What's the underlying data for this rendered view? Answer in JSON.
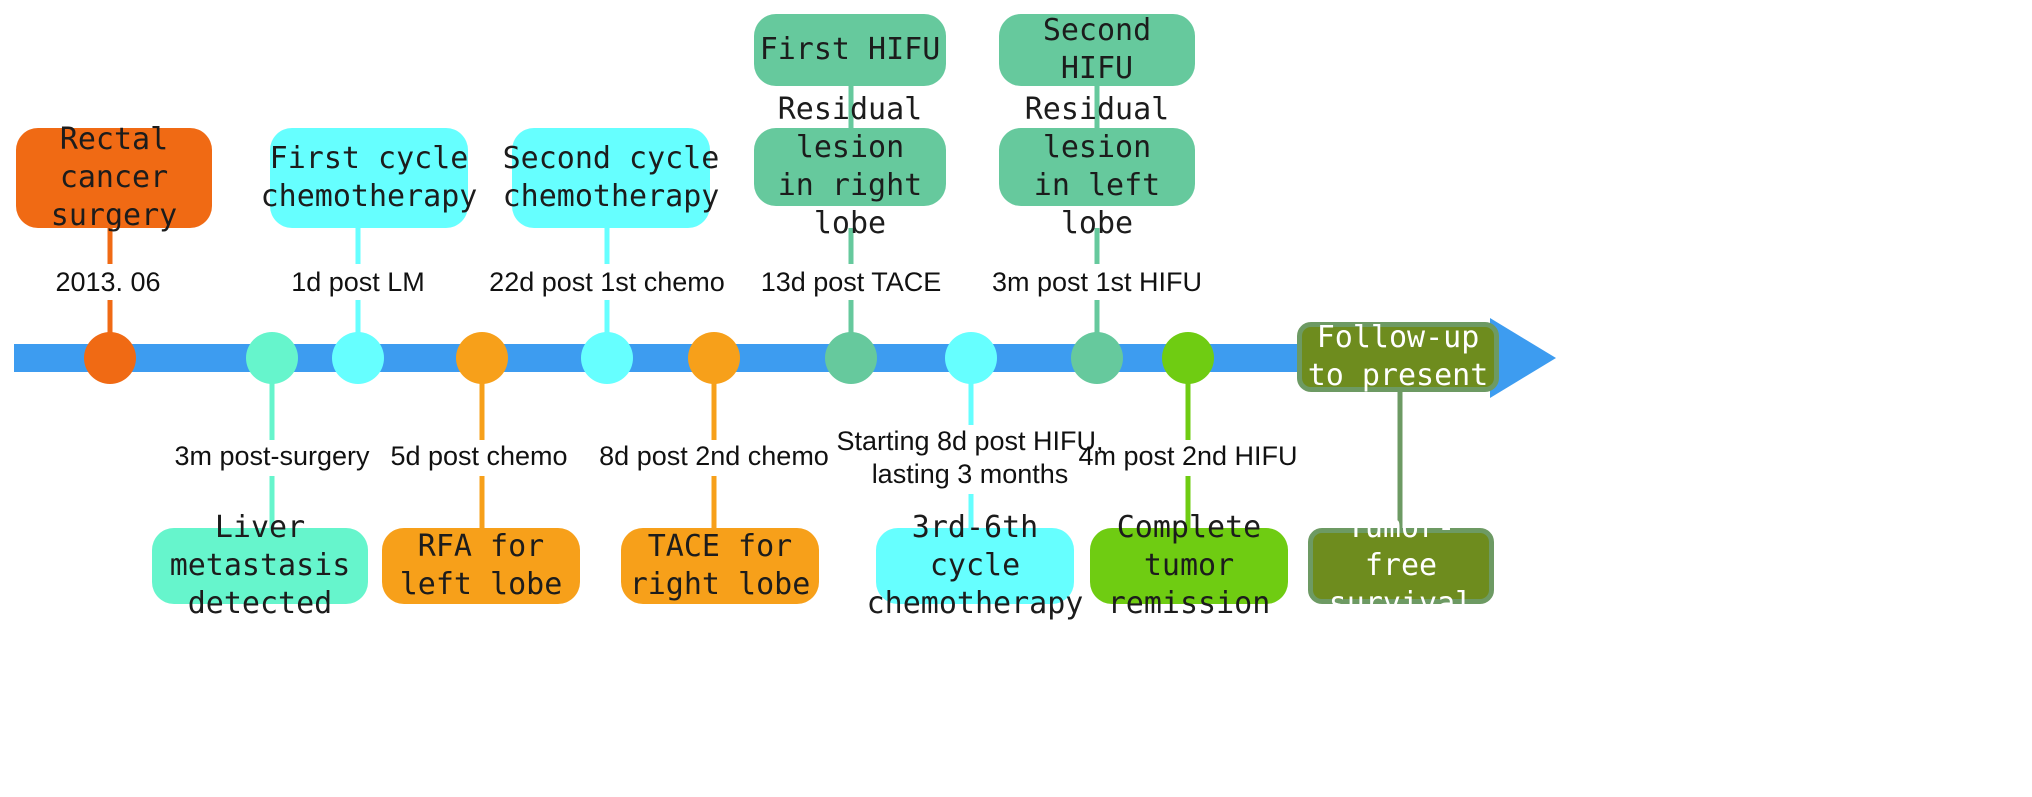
{
  "colors": {
    "timeline": "#3d9cf0",
    "orange_dark": "#f06a14",
    "orange": "#f7a01a",
    "cyan": "#66ffff",
    "mint": "#66f5cc",
    "teal": "#66c99d",
    "lime": "#6fcc12",
    "olive": "#6e8c1e",
    "olive_border": "#6d9a63",
    "olive_line": "#6d9a63"
  },
  "events": [
    {
      "id": "rectal-surgery",
      "box_text": "Rectal cancer\nsurgery",
      "label": "2013. 06",
      "position": "above",
      "color": "orange_dark"
    },
    {
      "id": "liver-metastasis",
      "box_text": "Liver metastasis\ndetected",
      "label": "3m post-surgery",
      "position": "below",
      "color": "mint"
    },
    {
      "id": "first-cycle-chemo",
      "box_text": "First cycle\nchemotherapy",
      "label": "1d post LM",
      "position": "above",
      "color": "cyan"
    },
    {
      "id": "rfa-left-lobe",
      "box_text": "RFA for\nleft lobe",
      "label": "5d post chemo",
      "position": "below",
      "color": "orange"
    },
    {
      "id": "second-cycle-chemo",
      "box_text": "Second cycle\nchemotherapy",
      "label": "22d post 1st chemo",
      "position": "above",
      "color": "cyan"
    },
    {
      "id": "tace-right-lobe",
      "box_text": "TACE for\nright lobe",
      "label": "8d post 2nd chemo",
      "position": "below",
      "color": "orange"
    },
    {
      "id": "first-hifu",
      "box_text": "Residual lesion\nin right lobe",
      "top_box_text": "First HIFU",
      "label": "13d post TACE",
      "position": "above",
      "color": "teal"
    },
    {
      "id": "cycles-3-6-chemo",
      "box_text": "3rd-6th cycle\nchemotherapy",
      "label": "Starting 8d post HIFU,\nlasting 3 months",
      "position": "below",
      "color": "cyan"
    },
    {
      "id": "second-hifu",
      "box_text": "Residual lesion\nin left lobe",
      "top_box_text": "Second HIFU",
      "label": "3m post 1st HIFU",
      "position": "above",
      "color": "teal"
    },
    {
      "id": "complete-remission",
      "box_text": "Complete\ntumor remission",
      "label": "4m post 2nd HIFU",
      "position": "below",
      "color": "lime"
    },
    {
      "id": "follow-up",
      "box_text": "Follow-up\nto present",
      "bottom_box_text": "Tumor-free\nsurvival",
      "position": "end",
      "color": "olive"
    }
  ]
}
